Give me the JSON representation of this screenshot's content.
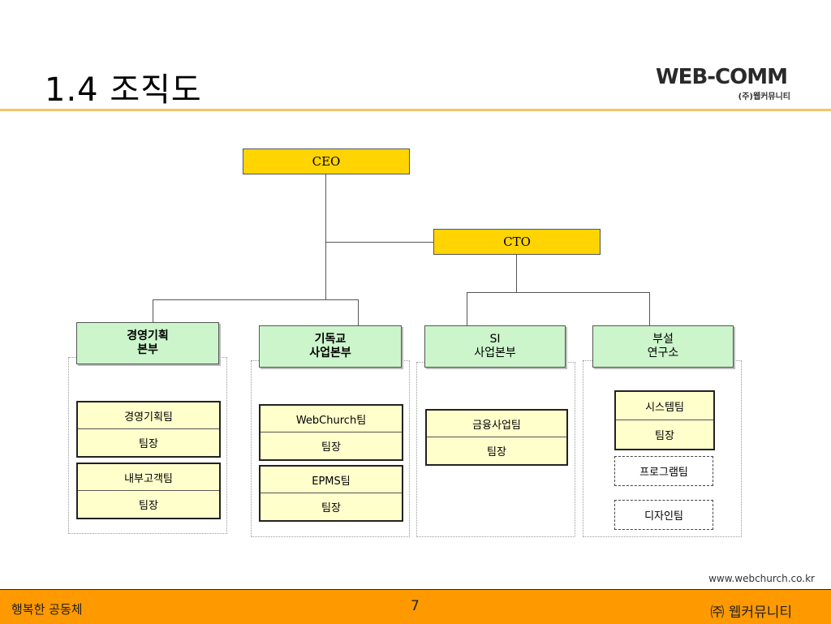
{
  "slide": {
    "title": "1.4  조직도",
    "logo_main": "WEB-COMM",
    "logo_sub": "(주)웹커뮤니티",
    "url": "www.webchurch.co.kr",
    "footer_left": "행복한 공동체",
    "page_number": "7",
    "footer_right": "㈜ 웹커뮤니티"
  },
  "org": {
    "ceo": "CEO",
    "cto": "CTO",
    "divisions": [
      {
        "name": "경영기획\n본부",
        "teams": [
          {
            "name": "경영기획팀",
            "lead": "팀장"
          },
          {
            "name": "내부고객팀",
            "lead": "팀장"
          }
        ]
      },
      {
        "name": "기독교\n사업본부",
        "teams": [
          {
            "name": "WebChurch팀",
            "lead": "팀장"
          },
          {
            "name": "EPMS팀",
            "lead": "팀장"
          }
        ]
      },
      {
        "name": "SI\n사업본부",
        "teams": [
          {
            "name": "금융사업팀",
            "lead": "팀장"
          }
        ]
      },
      {
        "name": "부설\n연구소",
        "teams": [
          {
            "name": "시스템팀",
            "lead": "팀장"
          }
        ],
        "planned_teams": [
          "프로그램팀",
          "디자인팀"
        ]
      }
    ]
  }
}
